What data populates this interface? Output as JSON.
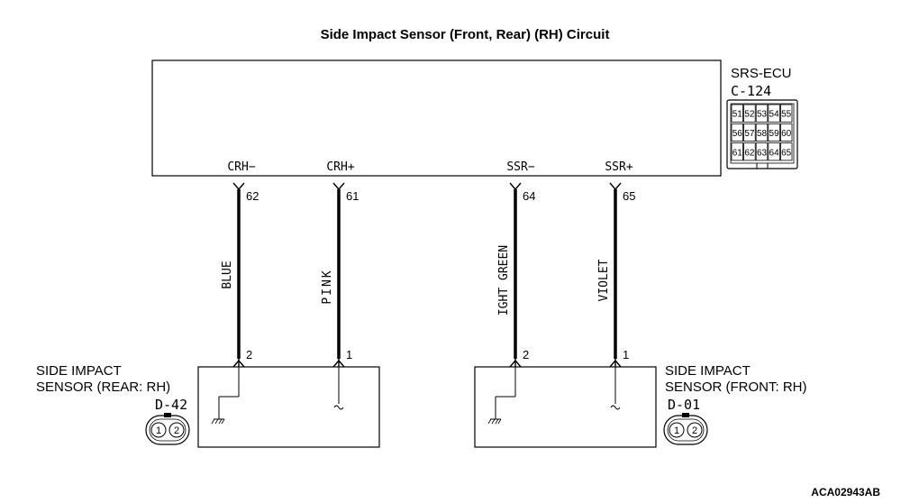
{
  "diagram": {
    "title": "Side Impact Sensor (Front, Rear) (RH) Circuit",
    "figure_code": "ACA02943AB"
  },
  "ecu": {
    "name": "SRS-ECU",
    "connector": "C-124",
    "grid_rows": [
      [
        "51",
        "52",
        "53",
        "54",
        "55"
      ],
      [
        "56",
        "57",
        "58",
        "59",
        "60"
      ],
      [
        "61",
        "62",
        "63",
        "64",
        "65"
      ]
    ],
    "terminals": [
      {
        "name": "CRH−",
        "pin": "62",
        "color": "BLUE"
      },
      {
        "name": "CRH+",
        "pin": "61",
        "color": "PINK"
      },
      {
        "name": "SSR−",
        "pin": "64",
        "color": "IGHT GREEN"
      },
      {
        "name": "SSR+",
        "pin": "65",
        "color": "VIOLET"
      }
    ]
  },
  "sensors": {
    "rear": {
      "line1": "SIDE IMPACT",
      "line2": "SENSOR (REAR: RH)",
      "connector": "D-42",
      "pins": [
        "2",
        "1"
      ],
      "connector_pins": [
        "1",
        "2"
      ]
    },
    "front": {
      "line1": "SIDE IMPACT",
      "line2": "SENSOR (FRONT: RH)",
      "connector": "D-01",
      "pins": [
        "2",
        "1"
      ],
      "connector_pins": [
        "1",
        "2"
      ]
    }
  }
}
